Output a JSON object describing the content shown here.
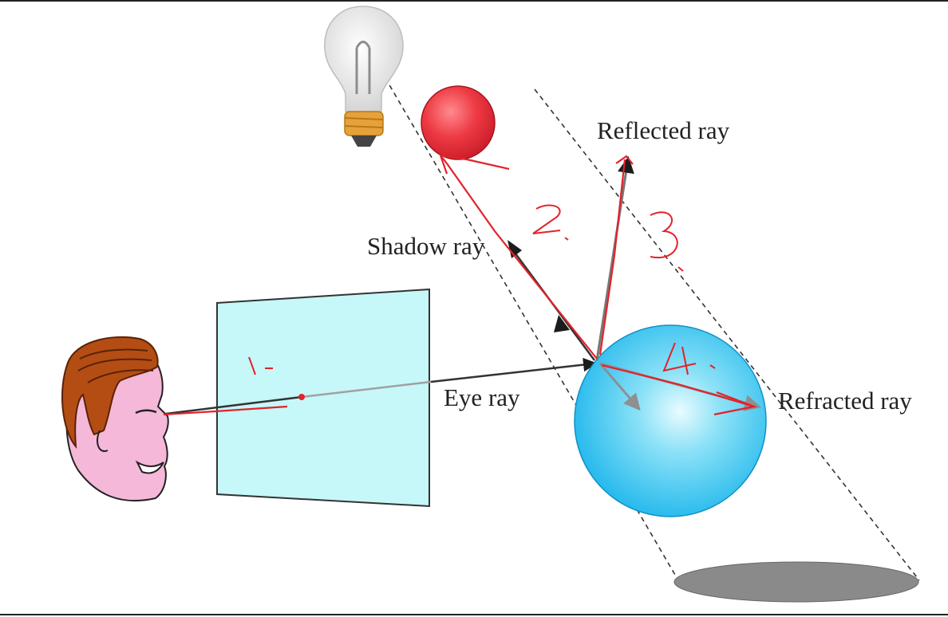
{
  "labels": {
    "reflected": "Reflected ray",
    "shadow": "Shadow ray",
    "eye": "Eye ray",
    "refracted": "Refracted ray"
  },
  "annotations": {
    "step1": "1.",
    "step2": "2.",
    "step3": "3.",
    "step4": "4."
  },
  "colors": {
    "screen": "#c6f7f9",
    "sphere_blue": "#2cc3f0",
    "sphere_red": "#e8303a",
    "annotation_red": "#e3222b",
    "ray_dark": "#222222",
    "shadow_ellipse": "#8a8a8a",
    "skin": "#f5b8d8",
    "hair": "#b34d14"
  },
  "icons": {
    "light": "lightbulb-icon",
    "viewer": "viewer-face-icon"
  }
}
